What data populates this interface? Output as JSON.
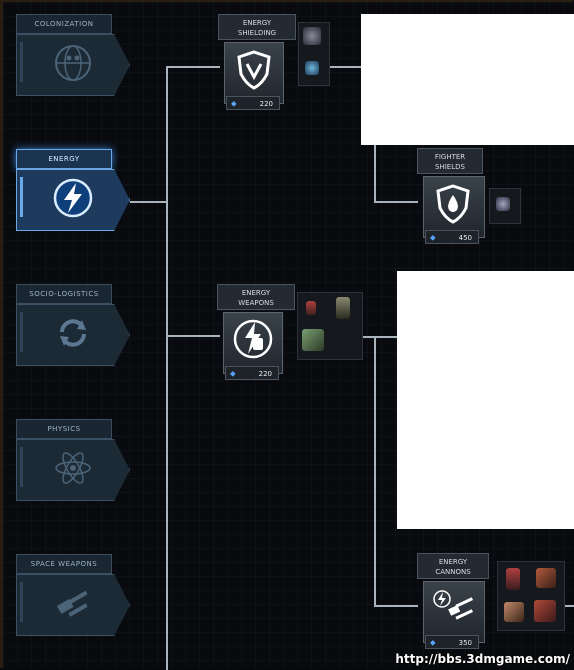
{
  "categories": [
    {
      "label": "COLONIZATION",
      "icon": "globe-people-icon",
      "active": false
    },
    {
      "label": "ENERGY",
      "icon": "lightning-icon",
      "active": true
    },
    {
      "label": "SOCIO-LOGISTICS",
      "icon": "recycle-icon",
      "active": false
    },
    {
      "label": "PHYSICS",
      "icon": "atom-icon",
      "active": false
    },
    {
      "label": "SPACE WEAPONS",
      "icon": "cannon-icon",
      "active": false
    }
  ],
  "techs": {
    "energy_shielding": {
      "line1": "ENERGY",
      "line2": "SHIELDING",
      "cost": "220",
      "icon": "shield-icon"
    },
    "fighter_shields": {
      "line1": "FIGHTER",
      "line2": "SHIELDS",
      "cost": "450",
      "icon": "shield-drop-icon"
    },
    "energy_weapons": {
      "line1": "ENERGY",
      "line2": "WEAPONS",
      "cost": "220",
      "icon": "fist-lightning-icon"
    },
    "energy_cannons": {
      "line1": "ENERGY",
      "line2": "CANNONS",
      "cost": "350",
      "icon": "cannon-lightning-icon"
    }
  },
  "watermark": "http://bbs.3dmgame.com/",
  "colors": {
    "accent": "#3b82d6",
    "cost_icon": "#58a6ff",
    "tree_line": "#a9b3bb"
  }
}
